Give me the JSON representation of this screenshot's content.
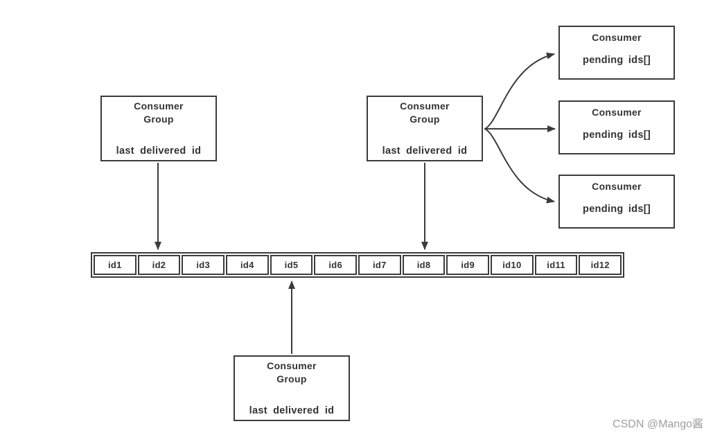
{
  "groups": [
    {
      "line1": "Consumer",
      "line2": "Group",
      "footer": "last delivered id"
    },
    {
      "line1": "Consumer",
      "line2": "Group",
      "footer": "last delivered id"
    },
    {
      "line1": "Consumer",
      "line2": "Group",
      "footer": "last delivered id"
    }
  ],
  "consumers": [
    {
      "title": "Consumer",
      "body": "pending ids[]"
    },
    {
      "title": "Consumer",
      "body": "pending ids[]"
    },
    {
      "title": "Consumer",
      "body": "pending ids[]"
    }
  ],
  "stream": {
    "cells": [
      "id1",
      "id2",
      "id3",
      "id4",
      "id5",
      "id6",
      "id7",
      "id8",
      "id9",
      "id10",
      "id11",
      "id12"
    ]
  },
  "watermark": "CSDN @Mango酱",
  "colors": {
    "line": "#3b3b3b",
    "text": "#333333",
    "watermark": "#9e9e9e",
    "background": "#ffffff"
  }
}
